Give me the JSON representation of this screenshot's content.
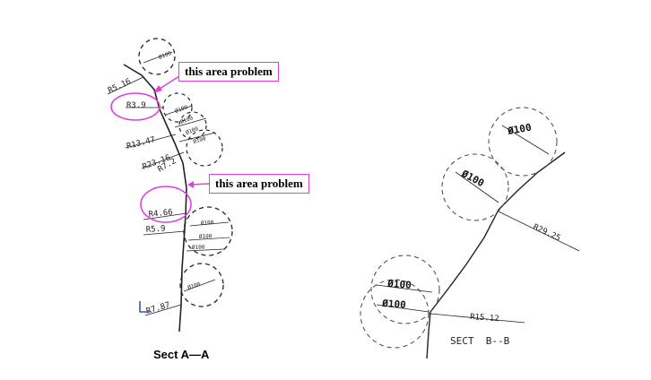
{
  "callouts": {
    "first": "this area problem",
    "second": "this area problem"
  },
  "left_view": {
    "caption": "Sect A—A",
    "radius_labels": [
      "R5.16",
      "R3.9",
      "R13.47",
      "R23.16",
      "R7.2",
      "R4.66",
      "R5.9",
      "R7.87"
    ],
    "diameter_labels": [
      "Ø100",
      "Ø100",
      "Ø100",
      "Ø100",
      "Ø100",
      "Ø100",
      "Ø100",
      "Ø100",
      "Ø100"
    ]
  },
  "right_view": {
    "caption": "SECT  B--B",
    "radius_labels": [
      "R29.25",
      "R15.12"
    ],
    "diameter_labels": [
      "Ø100",
      "Ø100",
      "Ø100",
      "Ø100"
    ]
  },
  "colors": {
    "callout": "#e040e0",
    "line": "#222222",
    "marker": "#3355cc"
  }
}
